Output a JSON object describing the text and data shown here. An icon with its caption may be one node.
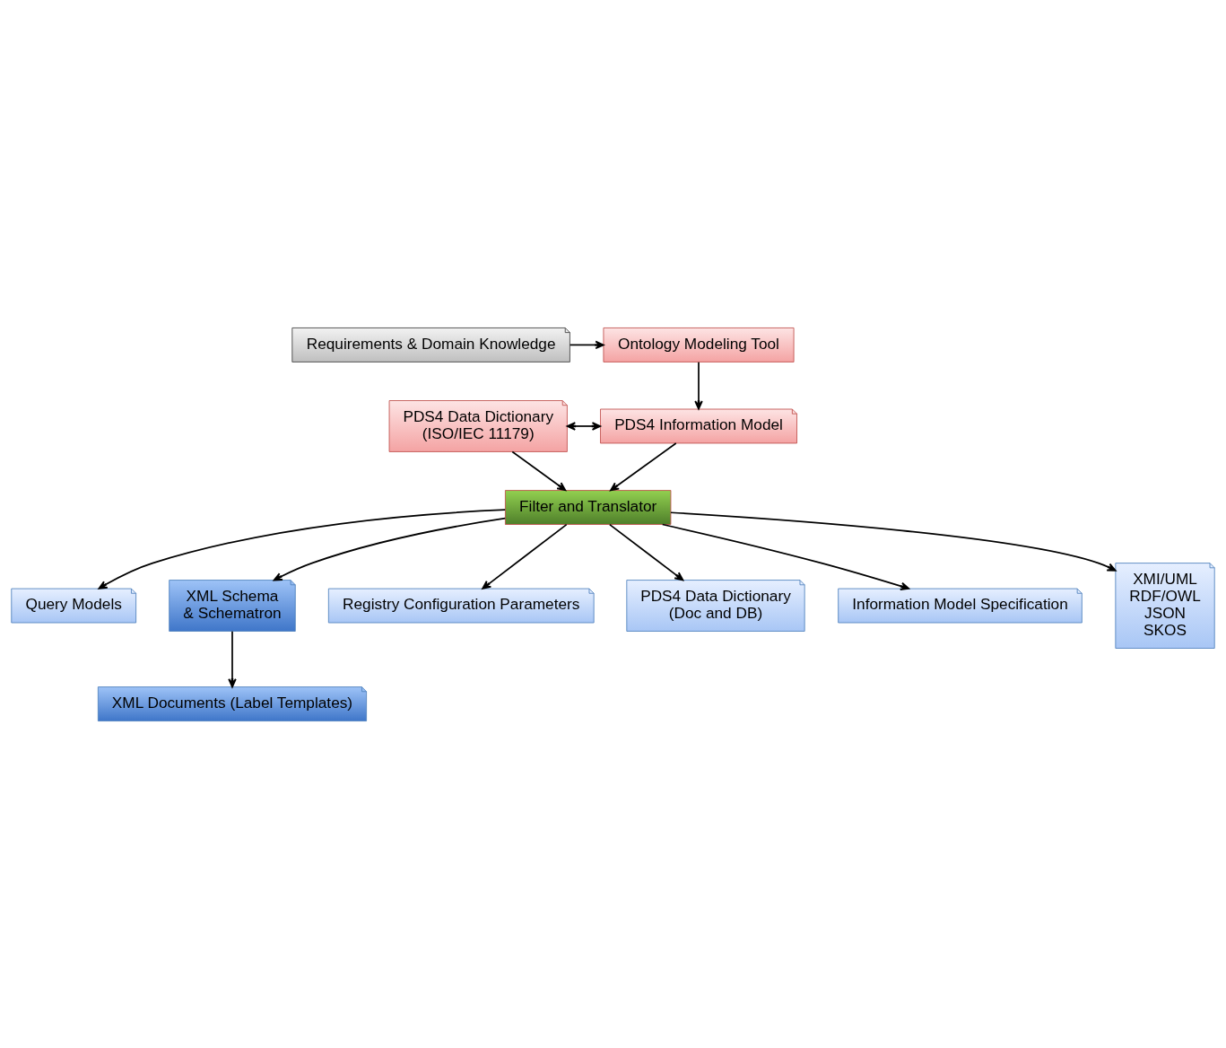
{
  "diagram": {
    "nodes": [
      {
        "text": [
          "Requirements & Domain Knowledge"
        ]
      },
      {
        "text": [
          "Ontology Modeling Tool"
        ]
      },
      {
        "text": [
          "PDS4 Data Dictionary",
          "(ISO/IEC 11179)"
        ]
      },
      {
        "text": [
          "PDS4 Information Model"
        ]
      },
      {
        "text": [
          "Filter and Translator"
        ]
      },
      {
        "text": [
          "Query Models"
        ]
      },
      {
        "text": [
          "XML Schema",
          "& Schematron"
        ]
      },
      {
        "text": [
          "Registry Configuration Parameters"
        ]
      },
      {
        "text": [
          "PDS4 Data Dictionary",
          "(Doc and DB)"
        ]
      },
      {
        "text": [
          "XML Documents (Label Templates)"
        ]
      },
      {
        "text": [
          "Information Model Specification"
        ]
      },
      {
        "text": [
          "XMI/UML",
          "RDF/OWL",
          "JSON",
          "SKOS"
        ]
      }
    ],
    "edges": [
      {
        "from": 0,
        "to": 1,
        "arrow": "to"
      },
      {
        "from": 1,
        "to": 3,
        "arrow": "to"
      },
      {
        "from": 2,
        "to": 3,
        "arrow": "both"
      },
      {
        "from": 2,
        "to": 4,
        "arrow": "to"
      },
      {
        "from": 3,
        "to": 4,
        "arrow": "to"
      },
      {
        "from": 4,
        "to": 5,
        "arrow": "to"
      },
      {
        "from": 4,
        "to": 6,
        "arrow": "to"
      },
      {
        "from": 4,
        "to": 7,
        "arrow": "to"
      },
      {
        "from": 4,
        "to": 8,
        "arrow": "to"
      },
      {
        "from": 4,
        "to": 10,
        "arrow": "to"
      },
      {
        "from": 4,
        "to": 11,
        "arrow": "to"
      },
      {
        "from": 6,
        "to": 9,
        "arrow": "to"
      }
    ]
  }
}
